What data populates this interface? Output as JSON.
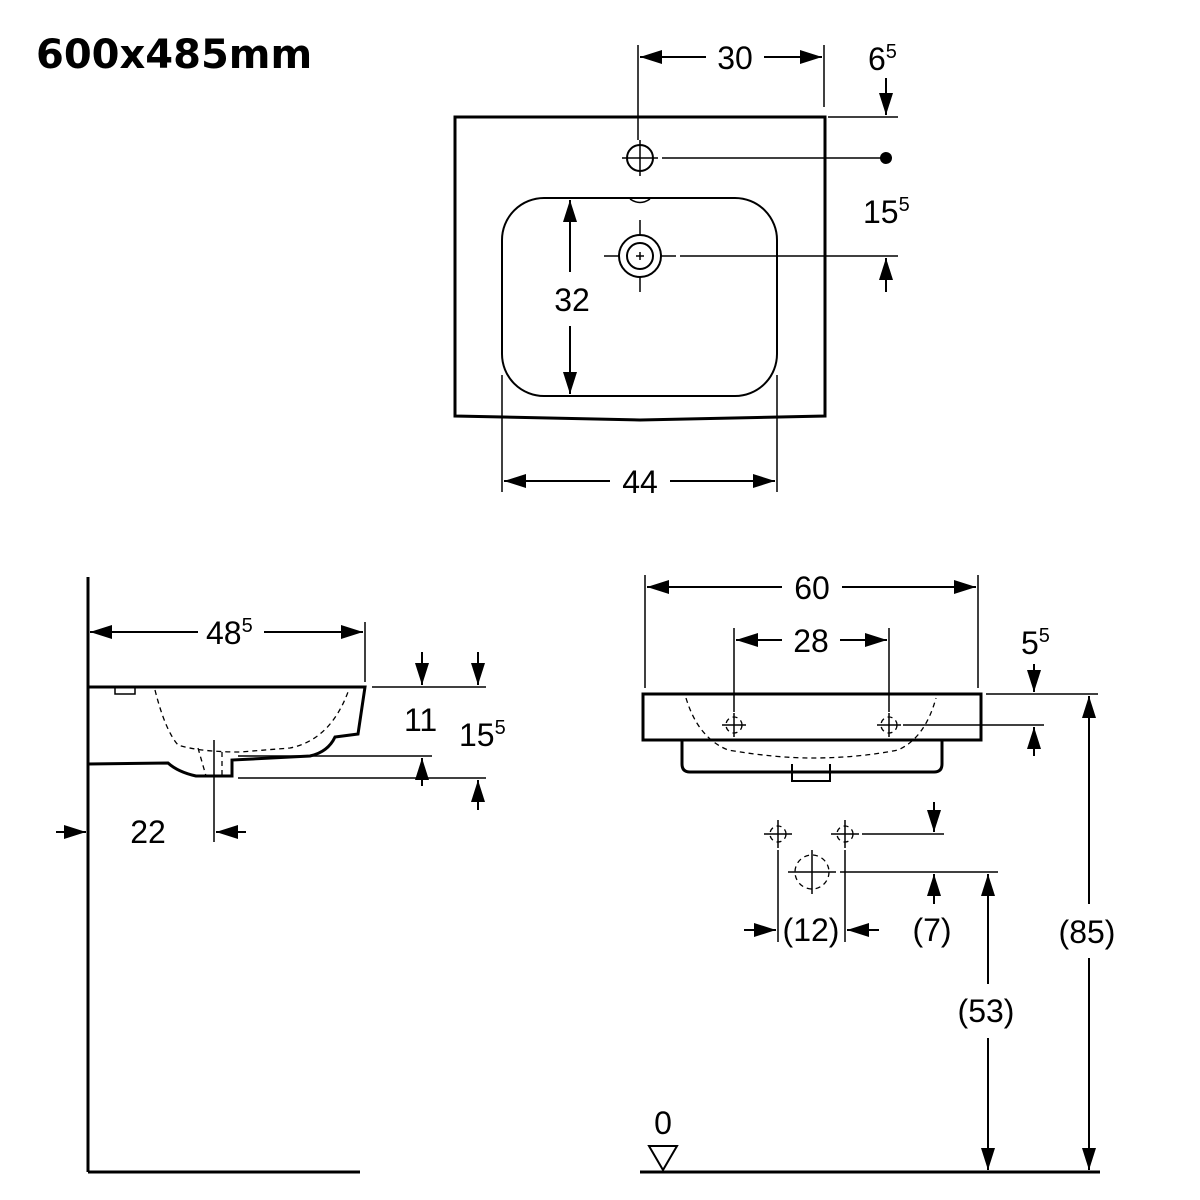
{
  "title": "600x485mm",
  "top_view": {
    "dim_tap_offset": "30",
    "dim_edge_to_tap_main": "6",
    "dim_edge_to_tap_sup": "5",
    "dim_tap_to_drain_main": "15",
    "dim_tap_to_drain_sup": "5",
    "dim_bowl_depth": "32",
    "dim_bowl_width": "44"
  },
  "side_view": {
    "dim_projection_main": "48",
    "dim_projection_sup": "5",
    "dim_rim_height": "11",
    "dim_total_height_main": "15",
    "dim_total_height_sup": "5",
    "dim_drain_from_wall": "22"
  },
  "front_view": {
    "dim_overall_width": "60",
    "dim_fixing_spacing": "28",
    "dim_fixing_from_top_main": "5",
    "dim_fixing_from_top_sup": "5",
    "dim_supply_spacing": "(12)",
    "dim_supply_offset": "(7)",
    "dim_waste_height": "(53)",
    "dim_rim_height_floor": "(85)",
    "floor_level": "0"
  }
}
